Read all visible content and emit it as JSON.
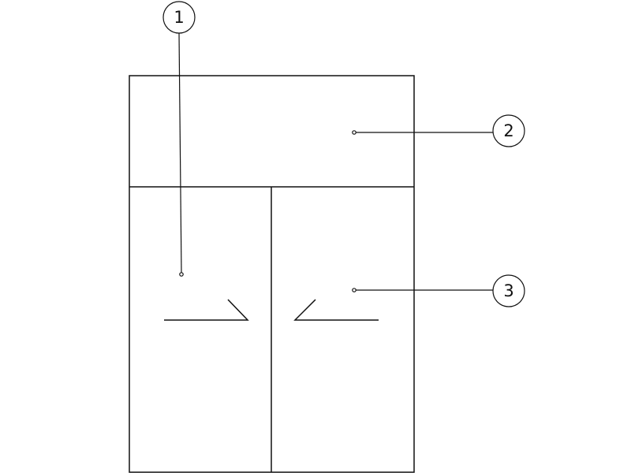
{
  "colors": {
    "line": "#111111",
    "background": "#ffffff"
  },
  "callouts": {
    "one": "1",
    "two": "2",
    "three": "3"
  }
}
